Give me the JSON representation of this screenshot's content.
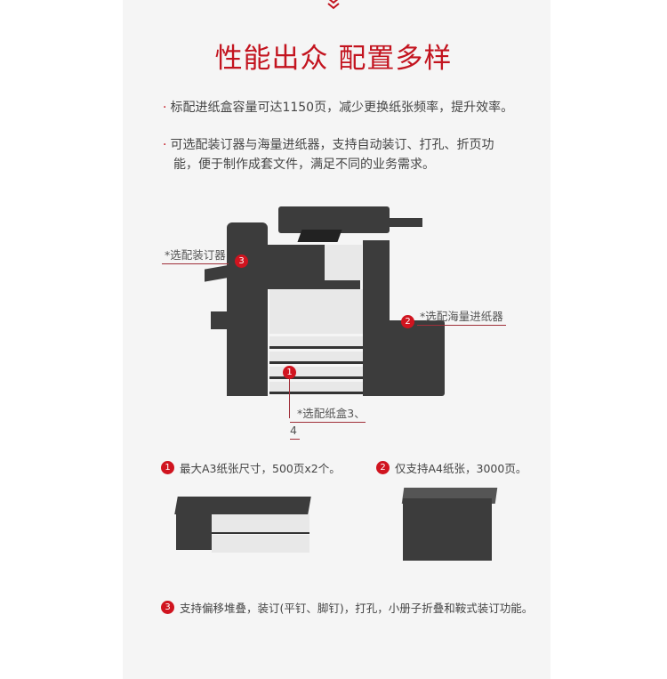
{
  "header": {
    "scroll_icon": "double-chevron-down-icon",
    "title": "性能出众 配置多样"
  },
  "bullets": [
    "标配进纸盒容量可达1150页，减少更换纸张频率，提升效率。",
    "可选配装订器与海量进纸器，支持自动装订、打孔、折页功",
    "能，便于制作成套文件，满足不同的业务需求。"
  ],
  "callouts": {
    "finisher": {
      "num": "3",
      "label": "*选配装订器"
    },
    "hcf": {
      "num": "2",
      "label": "*选配海量进纸器"
    },
    "trays": {
      "num": "1",
      "label": "*选配纸盒3、4"
    }
  },
  "features": [
    {
      "num": "1",
      "text": "最大A3纸张尺寸，500页x2个。"
    },
    {
      "num": "2",
      "text": "仅支持A4纸张，3000页。"
    },
    {
      "num": "3",
      "text": "支持偏移堆叠，装订(平钉、脚钉)，打孔，小册子折叠和鞍式装订功能。"
    }
  ],
  "colors": {
    "accent": "#c3141f",
    "panel": "#f5f5f5"
  }
}
